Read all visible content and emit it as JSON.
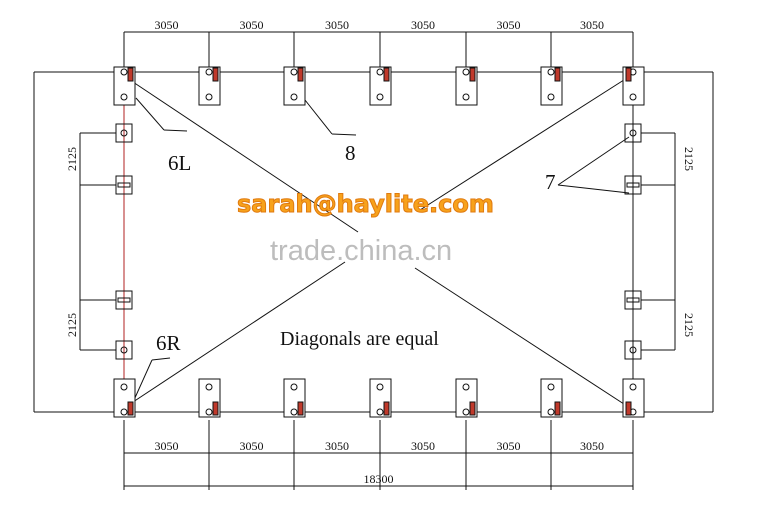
{
  "top_dimensions": [
    "3050",
    "3050",
    "3050",
    "3050",
    "3050",
    "3050"
  ],
  "bottom_dimensions": [
    "3050",
    "3050",
    "3050",
    "3050",
    "3050",
    "3050"
  ],
  "overall_length": "18300",
  "left_side_dimensions": [
    "2125",
    "2125"
  ],
  "right_side_dimensions": [
    "2125",
    "2125"
  ],
  "callouts": {
    "six_l": "6L",
    "eight": "8",
    "seven": "7",
    "six_r": "6R"
  },
  "note": "Diagonals are equal",
  "watermark_email": "sarah@haylite.com",
  "watermark_site": "trade.china.cn",
  "colors": {
    "line": "#111111",
    "red_rail": "#b22222",
    "watermark": "#f7a21b"
  }
}
